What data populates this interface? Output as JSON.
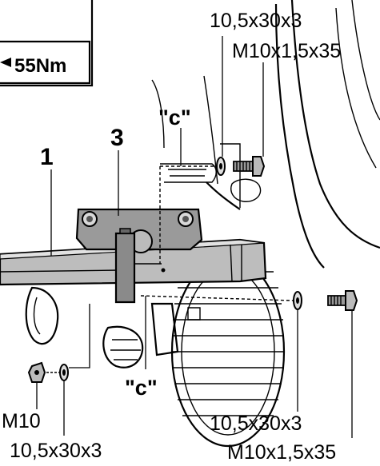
{
  "torque_box": {
    "value": "55Nm"
  },
  "labels": {
    "part_1": "1",
    "part_3": "3",
    "c_top": "\"c\"",
    "c_bottom": "\"c\"",
    "washer_top": "10,5x30x3",
    "bolt_top": "M10x1,5x35",
    "nut_left": "M10",
    "washer_left": "10,5x30x3",
    "washer_right": "10,5x30x3",
    "bolt_right": "M10x1,5x35"
  }
}
